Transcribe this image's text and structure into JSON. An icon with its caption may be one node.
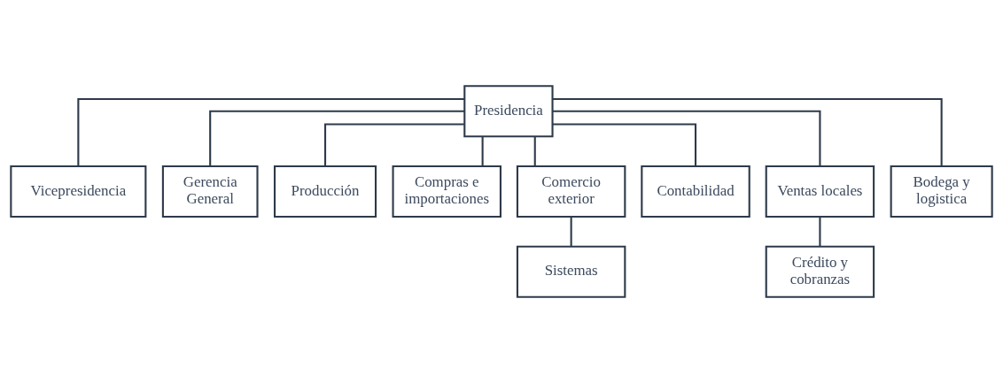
{
  "diagram": {
    "nodes": [
      {
        "text": [
          "Presidencia"
        ]
      },
      {
        "text": [
          "Vicepresidencia"
        ]
      },
      {
        "text": [
          "Gerencia General"
        ]
      },
      {
        "text": [
          "Producción"
        ]
      },
      {
        "text": [
          "Compras e importaciones"
        ]
      },
      {
        "text": [
          "Comercio exterior"
        ]
      },
      {
        "text": [
          "Contabilidad"
        ]
      },
      {
        "text": [
          "Ventas locales"
        ]
      },
      {
        "text": [
          "Bodega y logistica"
        ]
      },
      {
        "text": [
          "Sistemas"
        ]
      },
      {
        "text": [
          "Crédito y cobranzas"
        ]
      }
    ],
    "edges": [
      {
        "from": 0,
        "to": 1,
        "arrow": "none"
      },
      {
        "from": 0,
        "to": 2,
        "arrow": "none"
      },
      {
        "from": 0,
        "to": 3,
        "arrow": "none"
      },
      {
        "from": 0,
        "to": 4,
        "arrow": "none"
      },
      {
        "from": 0,
        "to": 5,
        "arrow": "none"
      },
      {
        "from": 0,
        "to": 6,
        "arrow": "none"
      },
      {
        "from": 0,
        "to": 7,
        "arrow": "none"
      },
      {
        "from": 0,
        "to": 8,
        "arrow": "none"
      },
      {
        "from": 5,
        "to": 9,
        "arrow": "none"
      },
      {
        "from": 7,
        "to": 10,
        "arrow": "none"
      }
    ]
  }
}
